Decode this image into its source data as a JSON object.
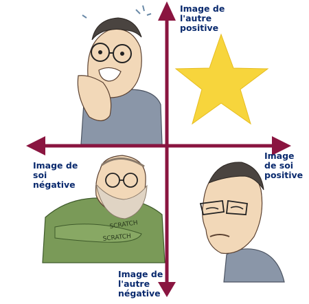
{
  "labels": {
    "top": [
      "Image de",
      "l'autre",
      "positive"
    ],
    "left": [
      "Image de",
      "soi",
      "négative"
    ],
    "right": [
      "Image",
      "de soi",
      "positive"
    ],
    "bottom": [
      "Image de",
      "l'autre",
      "négative"
    ]
  },
  "colors": {
    "axis": "#8a1540",
    "label_text": "#0a2a6e",
    "star_fill": "#f7d53c",
    "face_skin": "#f2d8b8",
    "shirt_gray": "#8a96a8",
    "sweater_green": "#7a9a58"
  },
  "illustrations": [
    {
      "name": "scared-man-glasses-icon"
    },
    {
      "name": "star-icon"
    },
    {
      "name": "sad-bearded-man-icon"
    },
    {
      "name": "smug-man-glasses-icon"
    }
  ]
}
